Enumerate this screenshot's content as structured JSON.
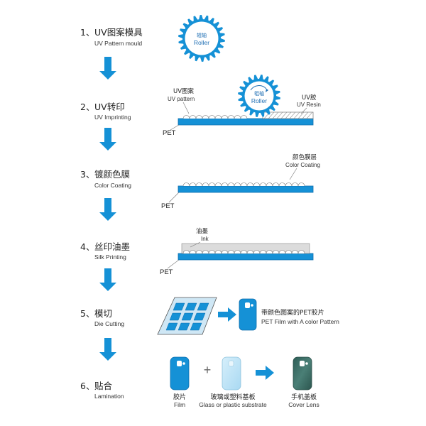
{
  "colors": {
    "blue": "#1591d6",
    "blue_dark": "#0f6fae",
    "film_line": "#7a7a7a",
    "ink_gray": "#d9d9d9",
    "lens_dark": "#3d6e66",
    "glass_light": "#bfe4f7"
  },
  "steps": [
    {
      "num": "1、",
      "cn": "UV图案模具",
      "en": "UV Pattern mould"
    },
    {
      "num": "2、",
      "cn": "UV转印",
      "en": "UV Imprinting"
    },
    {
      "num": "3、",
      "cn": "镀颜色膜",
      "en": "Color Coating"
    },
    {
      "num": "4、",
      "cn": "丝印油墨",
      "en": "Silk Printing"
    },
    {
      "num": "5、",
      "cn": "模切",
      "en": "Die  Cutting"
    },
    {
      "num": "6、",
      "cn": "贴合",
      "en": "Lamination"
    }
  ],
  "roller": {
    "cn": "辊轴",
    "en": "Roller"
  },
  "imprint": {
    "pattern_cn": "UV图案",
    "pattern_en": "UV pattern",
    "resin_cn": "UV胶",
    "resin_en": "UV Resin",
    "pet": "PET"
  },
  "coating": {
    "cn": "颜色膜层",
    "en": "Color Coating",
    "pet": "PET"
  },
  "printing": {
    "cn": "油墨",
    "en": "Ink",
    "pet": "PET"
  },
  "diecut": {
    "cn": "带颜色图案的PET胶片",
    "en": "PET Film  with A color Pattern"
  },
  "lamination": {
    "film_cn": "胶片",
    "film_en": "Film",
    "glass_cn": "玻璃或塑料基板",
    "glass_en": "Glass or plastic substrate",
    "lens_cn": "手机盖板",
    "lens_en": "Cover  Lens",
    "plus": "+"
  },
  "icons": [
    "down-arrow-icon",
    "right-arrow-icon",
    "gear-roller-icon",
    "phone-film-icon"
  ]
}
